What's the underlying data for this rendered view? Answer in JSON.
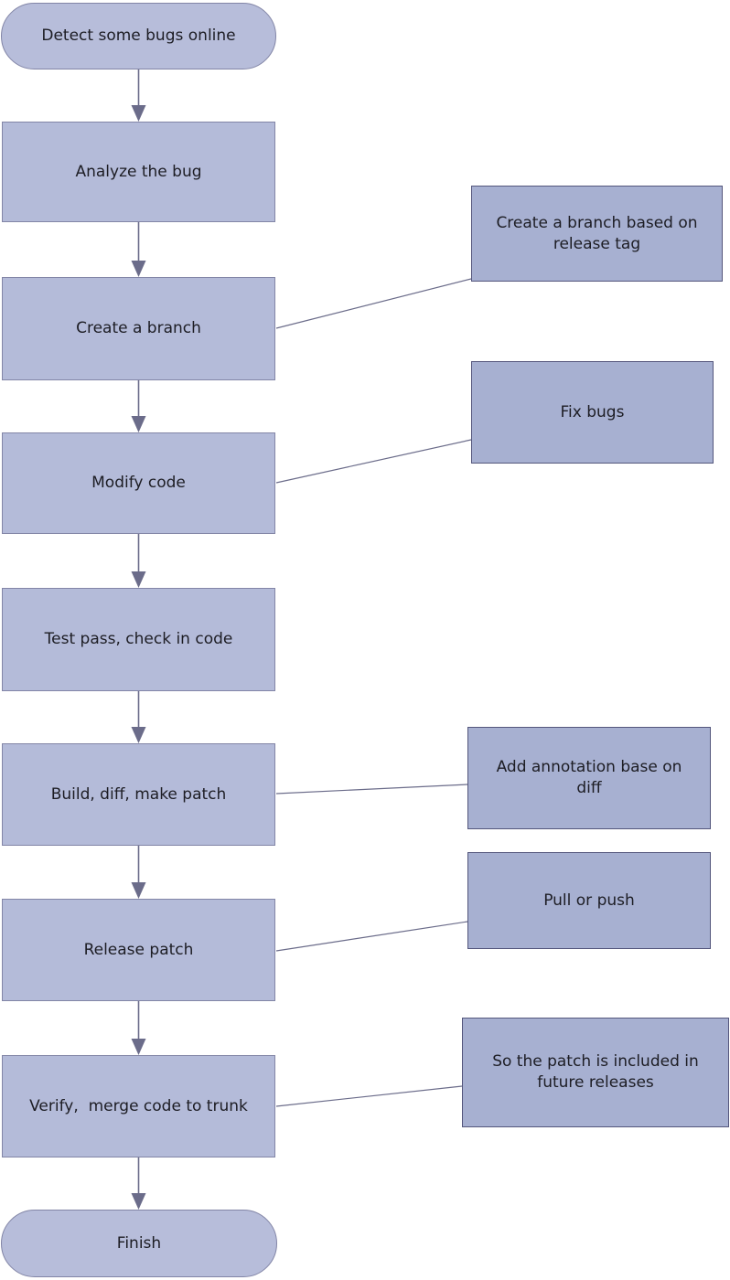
{
  "flow": {
    "start": {
      "label": "Detect some bugs online"
    },
    "steps": [
      {
        "label": "Analyze the bug"
      },
      {
        "label": "Create a branch"
      },
      {
        "label": "Modify code"
      },
      {
        "label": "Test pass, check in code"
      },
      {
        "label": "Build, diff, make patch"
      },
      {
        "label": "Release patch"
      },
      {
        "label": "Verify,  merge code to trunk"
      }
    ],
    "end": {
      "label": "Finish"
    },
    "annotations": [
      {
        "label": "Create a branch based on release tag",
        "attached_to": "Create a branch"
      },
      {
        "label": "Fix bugs",
        "attached_to": "Modify code"
      },
      {
        "label": "Add annotation base on diff",
        "attached_to": "Build, diff, make patch"
      },
      {
        "label": "Pull or push",
        "attached_to": "Release patch"
      },
      {
        "label": "So the patch is included in future releases",
        "attached_to": "Verify,  merge code to trunk"
      }
    ],
    "colors": {
      "step_fill": "#b4bbd9",
      "step_border": "#8285a6",
      "annotation_fill": "#a7b0d1",
      "annotation_border": "#54567c",
      "connector": "#6b6c8a",
      "text": "#1d1d24",
      "background": "#ffffff"
    }
  }
}
